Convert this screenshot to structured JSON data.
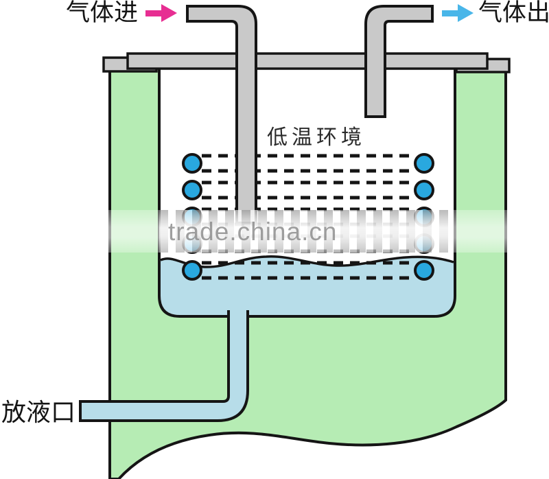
{
  "labels": {
    "gas_in": "气体进",
    "gas_out": "气体出",
    "environment": "低温环境",
    "drain": "放液口"
  },
  "watermark": {
    "text": "trade.china.cn"
  },
  "colors": {
    "bath_green": "#b6ecb4",
    "pipe_gray": "#c9c9c9",
    "liquid_blue": "#b7dde9",
    "coil_blue": "#29a8df",
    "outline": "#151515",
    "arrow_in": "#e72e92",
    "arrow_out": "#49b6e9"
  }
}
